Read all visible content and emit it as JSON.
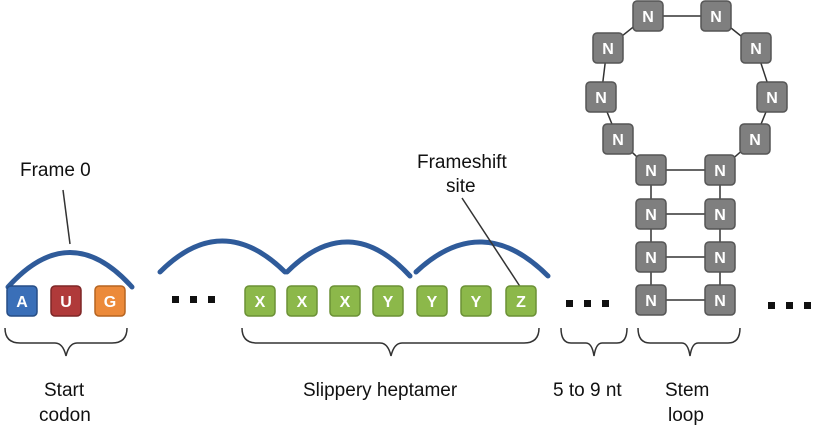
{
  "labels": {
    "frame0": "Frame 0",
    "frameshift_line1": "Frameshift",
    "frameshift_line2": "site",
    "start_line1": "Start",
    "start_line2": "codon",
    "slippery": "Slippery heptamer",
    "spacer": "5 to 9 nt",
    "stem_line1": "Stem",
    "stem_line2": "loop"
  },
  "start_codon": [
    {
      "letter": "A",
      "color": "#3a6fb8",
      "border": "#264d85"
    },
    {
      "letter": "U",
      "color": "#b03a3a",
      "border": "#7e2626"
    },
    {
      "letter": "G",
      "color": "#ec8a3a",
      "border": "#b66420"
    }
  ],
  "heptamer": [
    "X",
    "X",
    "X",
    "Y",
    "Y",
    "Y",
    "Z"
  ],
  "heptamer_color": "#8cb84a",
  "heptamer_border": "#6b9135",
  "stem_nucleotide": "N",
  "stem_color": "#7f7f7f",
  "stem_border": "#555555"
}
